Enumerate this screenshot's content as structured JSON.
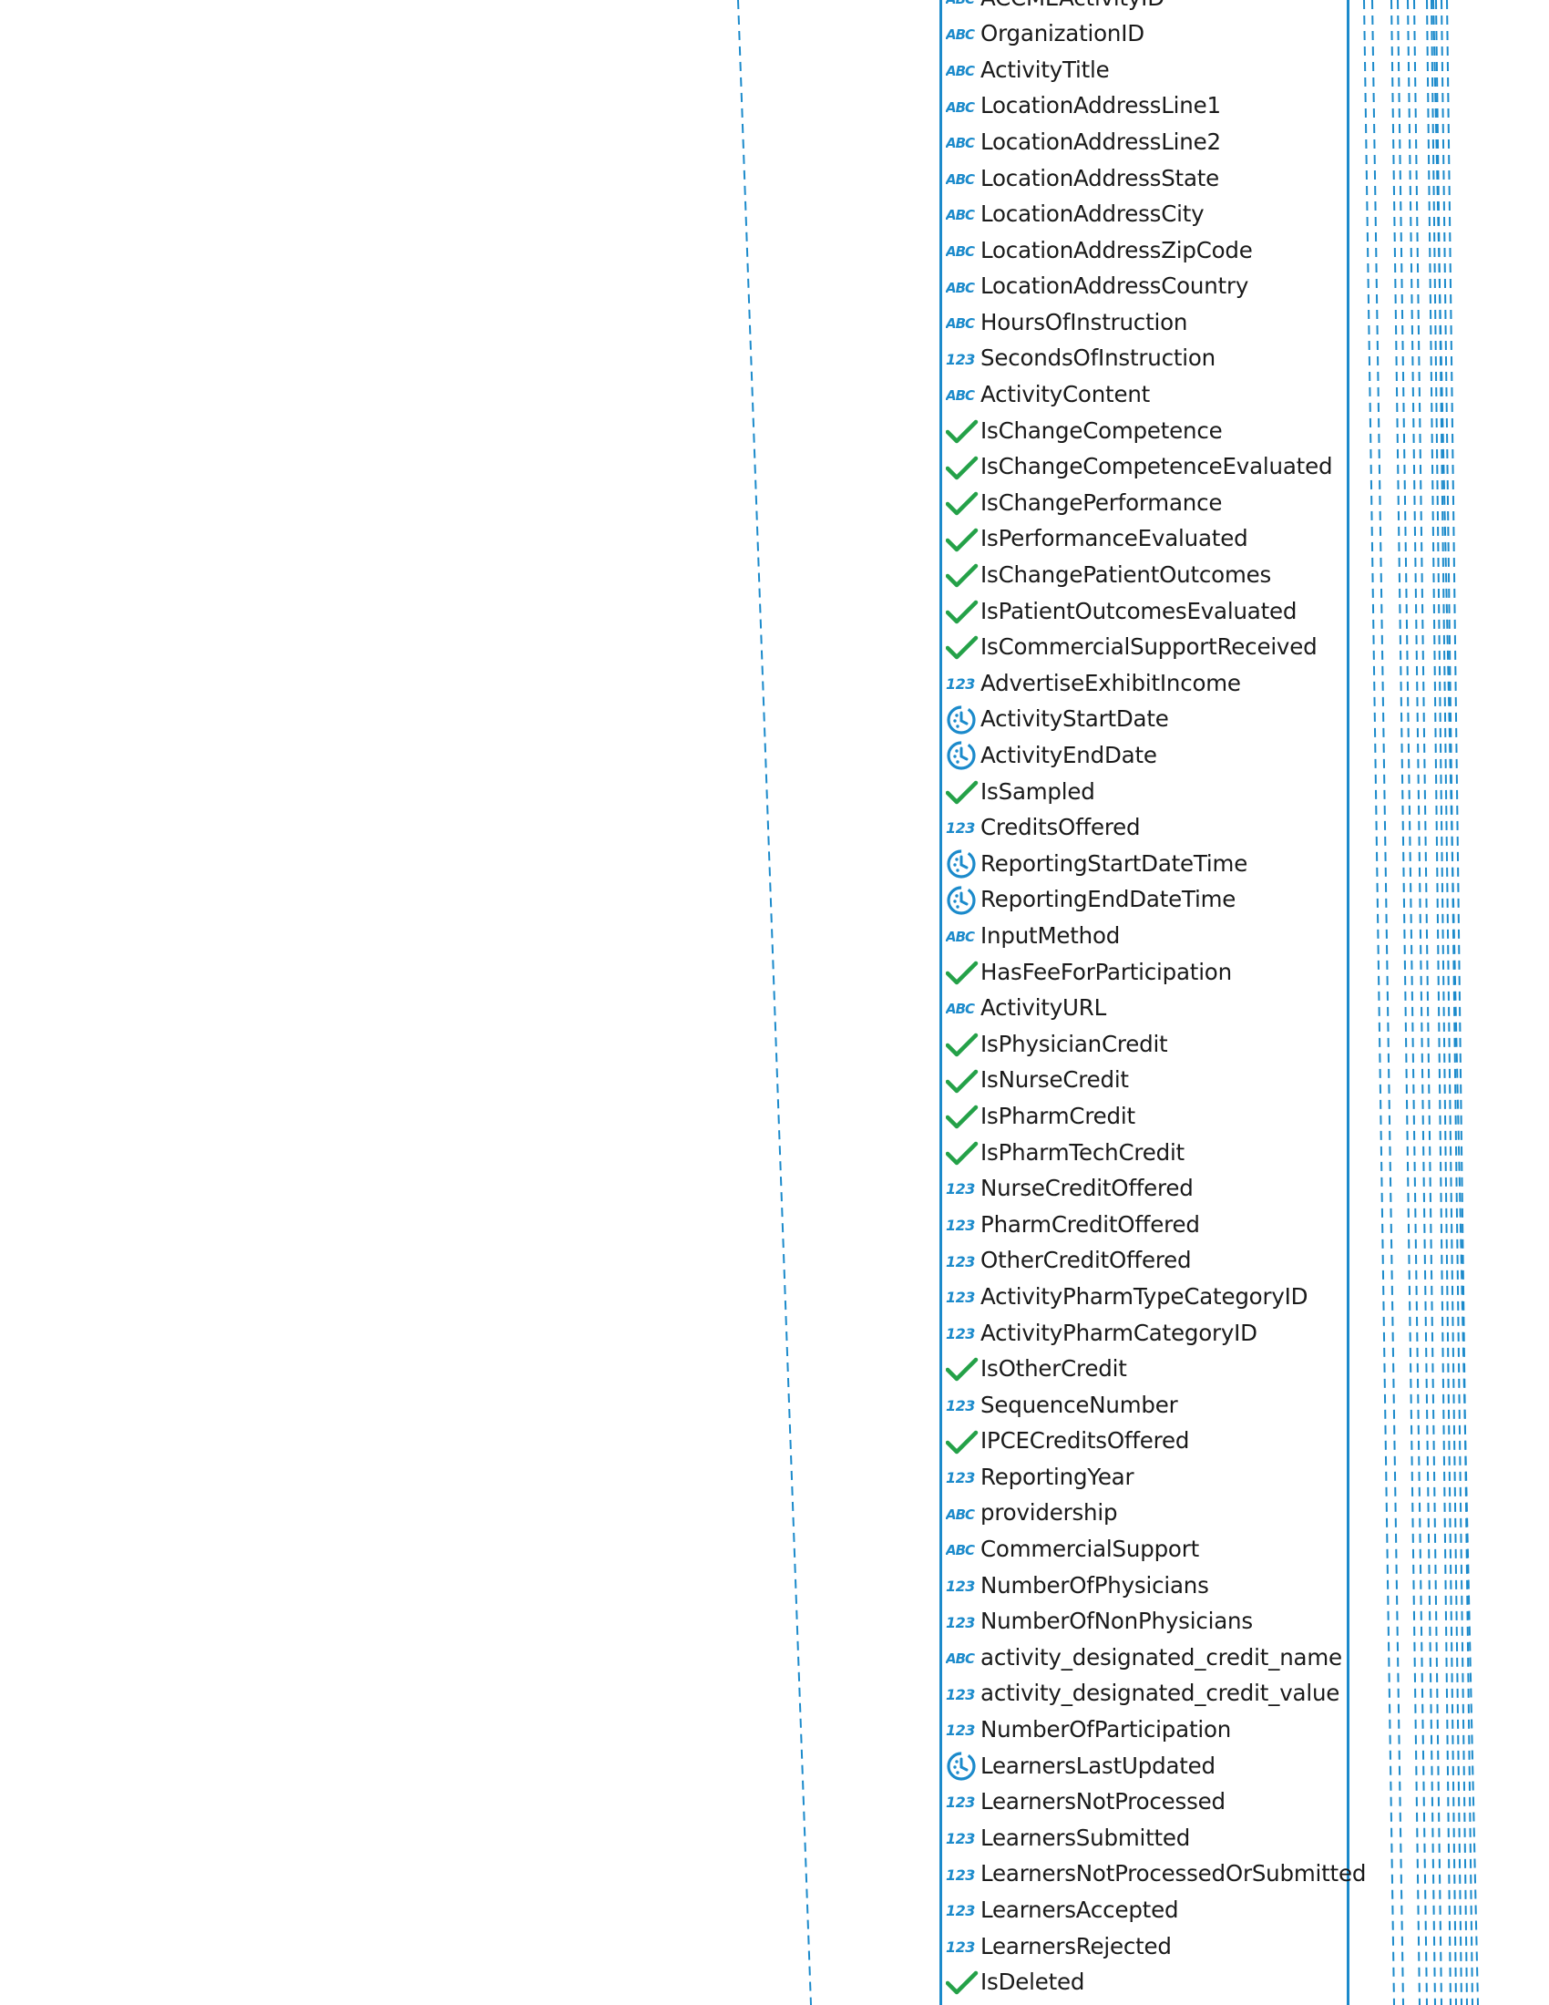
{
  "table": {
    "fields": [
      {
        "name": "ACCMEActivityID",
        "type": "text",
        "icon": "abc-text-type-icon"
      },
      {
        "name": "OrganizationID",
        "type": "text",
        "icon": "abc-text-type-icon"
      },
      {
        "name": "ActivityTitle",
        "type": "text",
        "icon": "abc-text-type-icon"
      },
      {
        "name": "LocationAddressLine1",
        "type": "text",
        "icon": "abc-text-type-icon"
      },
      {
        "name": "LocationAddressLine2",
        "type": "text",
        "icon": "abc-text-type-icon"
      },
      {
        "name": "LocationAddressState",
        "type": "text",
        "icon": "abc-text-type-icon"
      },
      {
        "name": "LocationAddressCity",
        "type": "text",
        "icon": "abc-text-type-icon"
      },
      {
        "name": "LocationAddressZipCode",
        "type": "text",
        "icon": "abc-text-type-icon"
      },
      {
        "name": "LocationAddressCountry",
        "type": "text",
        "icon": "abc-text-type-icon"
      },
      {
        "name": "HoursOfInstruction",
        "type": "text",
        "icon": "abc-text-type-icon"
      },
      {
        "name": "SecondsOfInstruction",
        "type": "number",
        "icon": "123-number-type-icon"
      },
      {
        "name": "ActivityContent",
        "type": "text",
        "icon": "abc-text-type-icon"
      },
      {
        "name": "IsChangeCompetence",
        "type": "boolean",
        "icon": "checkmark-boolean-type-icon"
      },
      {
        "name": "IsChangeCompetenceEvaluated",
        "type": "boolean",
        "icon": "checkmark-boolean-type-icon"
      },
      {
        "name": "IsChangePerformance",
        "type": "boolean",
        "icon": "checkmark-boolean-type-icon"
      },
      {
        "name": "IsPerformanceEvaluated",
        "type": "boolean",
        "icon": "checkmark-boolean-type-icon"
      },
      {
        "name": "IsChangePatientOutcomes",
        "type": "boolean",
        "icon": "checkmark-boolean-type-icon"
      },
      {
        "name": "IsPatientOutcomesEvaluated",
        "type": "boolean",
        "icon": "checkmark-boolean-type-icon"
      },
      {
        "name": "IsCommercialSupportReceived",
        "type": "boolean",
        "icon": "checkmark-boolean-type-icon"
      },
      {
        "name": "AdvertiseExhibitIncome",
        "type": "number",
        "icon": "123-number-type-icon"
      },
      {
        "name": "ActivityStartDate",
        "type": "datetime",
        "icon": "clock-datetime-type-icon"
      },
      {
        "name": "ActivityEndDate",
        "type": "datetime",
        "icon": "clock-datetime-type-icon"
      },
      {
        "name": "IsSampled",
        "type": "boolean",
        "icon": "checkmark-boolean-type-icon"
      },
      {
        "name": "CreditsOffered",
        "type": "number",
        "icon": "123-number-type-icon"
      },
      {
        "name": "ReportingStartDateTime",
        "type": "datetime",
        "icon": "clock-datetime-type-icon"
      },
      {
        "name": "ReportingEndDateTime",
        "type": "datetime",
        "icon": "clock-datetime-type-icon"
      },
      {
        "name": "InputMethod",
        "type": "text",
        "icon": "abc-text-type-icon"
      },
      {
        "name": "HasFeeForParticipation",
        "type": "boolean",
        "icon": "checkmark-boolean-type-icon"
      },
      {
        "name": "ActivityURL",
        "type": "text",
        "icon": "abc-text-type-icon"
      },
      {
        "name": "IsPhysicianCredit",
        "type": "boolean",
        "icon": "checkmark-boolean-type-icon"
      },
      {
        "name": "IsNurseCredit",
        "type": "boolean",
        "icon": "checkmark-boolean-type-icon"
      },
      {
        "name": "IsPharmCredit",
        "type": "boolean",
        "icon": "checkmark-boolean-type-icon"
      },
      {
        "name": "IsPharmTechCredit",
        "type": "boolean",
        "icon": "checkmark-boolean-type-icon"
      },
      {
        "name": "NurseCreditOffered",
        "type": "number",
        "icon": "123-number-type-icon"
      },
      {
        "name": "PharmCreditOffered",
        "type": "number",
        "icon": "123-number-type-icon"
      },
      {
        "name": "OtherCreditOffered",
        "type": "number",
        "icon": "123-number-type-icon"
      },
      {
        "name": "ActivityPharmTypeCategoryID",
        "type": "number",
        "icon": "123-number-type-icon"
      },
      {
        "name": "ActivityPharmCategoryID",
        "type": "number",
        "icon": "123-number-type-icon"
      },
      {
        "name": "IsOtherCredit",
        "type": "boolean",
        "icon": "checkmark-boolean-type-icon"
      },
      {
        "name": "SequenceNumber",
        "type": "number",
        "icon": "123-number-type-icon"
      },
      {
        "name": "IPCECreditsOffered",
        "type": "boolean",
        "icon": "checkmark-boolean-type-icon"
      },
      {
        "name": "ReportingYear",
        "type": "number",
        "icon": "123-number-type-icon"
      },
      {
        "name": "providership",
        "type": "text",
        "icon": "abc-text-type-icon"
      },
      {
        "name": "CommercialSupport",
        "type": "text",
        "icon": "abc-text-type-icon"
      },
      {
        "name": "NumberOfPhysicians",
        "type": "number",
        "icon": "123-number-type-icon"
      },
      {
        "name": "NumberOfNonPhysicians",
        "type": "number",
        "icon": "123-number-type-icon"
      },
      {
        "name": "activity_designated_credit_name",
        "type": "text",
        "icon": "abc-text-type-icon"
      },
      {
        "name": "activity_designated_credit_value",
        "type": "number",
        "icon": "123-number-type-icon"
      },
      {
        "name": "NumberOfParticipation",
        "type": "number",
        "icon": "123-number-type-icon"
      },
      {
        "name": "LearnersLastUpdated",
        "type": "datetime",
        "icon": "clock-datetime-type-icon"
      },
      {
        "name": "LearnersNotProcessed",
        "type": "number",
        "icon": "123-number-type-icon"
      },
      {
        "name": "LearnersSubmitted",
        "type": "number",
        "icon": "123-number-type-icon"
      },
      {
        "name": "LearnersNotProcessedOrSubmitted",
        "type": "number",
        "icon": "123-number-type-icon"
      },
      {
        "name": "LearnersAccepted",
        "type": "number",
        "icon": "123-number-type-icon"
      },
      {
        "name": "LearnersRejected",
        "type": "number",
        "icon": "123-number-type-icon"
      },
      {
        "name": "IsDeleted",
        "type": "boolean",
        "icon": "checkmark-boolean-type-icon"
      }
    ]
  },
  "colors": {
    "accent": "#1b8acb",
    "check": "#24a148",
    "text": "#1a1a1a"
  }
}
